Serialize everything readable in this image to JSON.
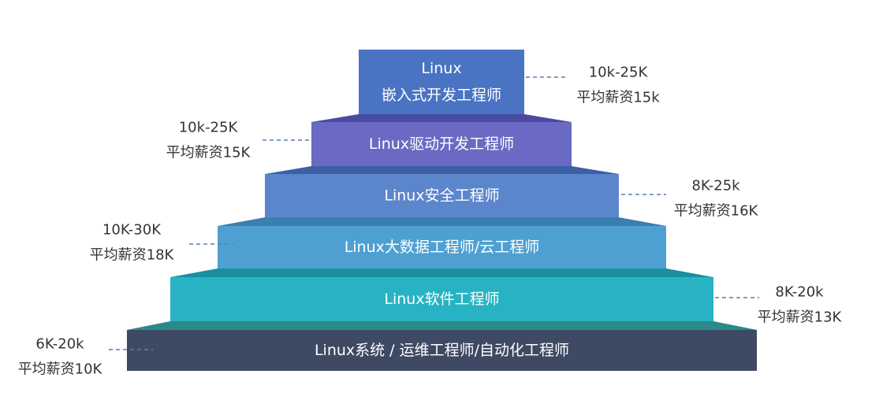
{
  "tiers": [
    {
      "label_lines": [
        "Linux",
        "嵌入式开发工程师"
      ],
      "color": "#4a73c3",
      "shadow": "#2f4d96",
      "salary_range": "10k-25K",
      "salary_avg": "平均薪资15k",
      "side": "right"
    },
    {
      "label_lines": [
        "Linux驱动开发工程师"
      ],
      "color": "#6a6ac4",
      "shadow": "#4a4aa3",
      "salary_range": "10k-25K",
      "salary_avg": "平均薪资15K",
      "side": "left"
    },
    {
      "label_lines": [
        "Linux安全工程师"
      ],
      "color": "#5c86cc",
      "shadow": "#3d5fa6",
      "salary_range": "8K-25k",
      "salary_avg": "平均薪资16K",
      "side": "right"
    },
    {
      "label_lines": [
        "Linux大数据工程师/云工程师"
      ],
      "color": "#4fa0d2",
      "shadow": "#3a7fad",
      "salary_range": "10K-30K",
      "salary_avg": "平均薪资18K",
      "side": "left"
    },
    {
      "label_lines": [
        "Linux软件工程师"
      ],
      "color": "#27b3c3",
      "shadow": "#1a8f9e",
      "salary_range": "8K-20k",
      "salary_avg": "平均薪资13K",
      "side": "right"
    },
    {
      "label_lines": [
        "Linux系统 / 运维工程师/自动化工程师"
      ],
      "color": "#3e4a63",
      "shadow": "#2a8a8a",
      "salary_range": "6K-20k",
      "salary_avg": "平均薪资10K",
      "side": "left"
    }
  ]
}
